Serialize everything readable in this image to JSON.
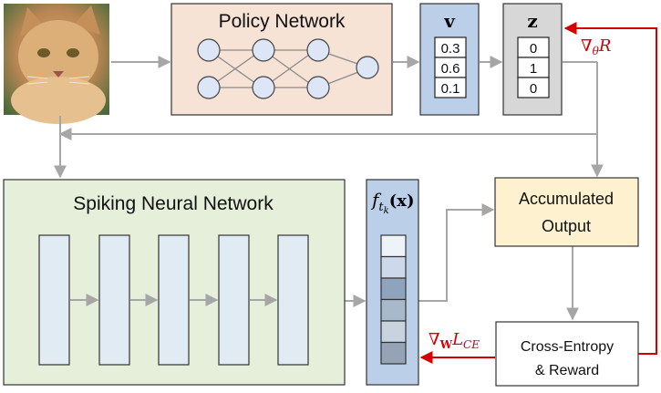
{
  "policy_network": {
    "title": "Policy Network"
  },
  "v_vector": {
    "label": "v",
    "values": [
      "0.3",
      "0.6",
      "0.1"
    ]
  },
  "z_vector": {
    "label": "z",
    "values": [
      "0",
      "1",
      "0"
    ]
  },
  "snn": {
    "title": "Spiking Neural Network"
  },
  "feature": {
    "label_f": "f",
    "label_sub": "t",
    "label_subsub": "k",
    "label_arg": "(x)"
  },
  "accumulated": {
    "line1": "Accumulated",
    "line2": "Output"
  },
  "loss": {
    "line1": "Cross-Entropy",
    "line2": "& Reward"
  },
  "grad_theta": {
    "nabla": "∇",
    "sub": "θ",
    "rest": "R"
  },
  "grad_w": {
    "nabla": "∇",
    "sub": "W",
    "L": "L",
    "lsub": "CE"
  },
  "colors": {
    "policy_fill": "#f7e2d6",
    "vec_fill": "#bccfe8",
    "z_fill": "#d7d7d7",
    "snn_fill": "#e5efda",
    "layer_fill": "#e0ebf3",
    "acc_fill": "#fdf1cf",
    "arrow_gray": "#a6a6a6",
    "arrow_red": "#d40000"
  },
  "feature_cells": [
    "#eef3fa",
    "#cdd9e8",
    "#8fa3bc",
    "#a9b9cc",
    "#c9d3e0",
    "#94a3b6"
  ]
}
